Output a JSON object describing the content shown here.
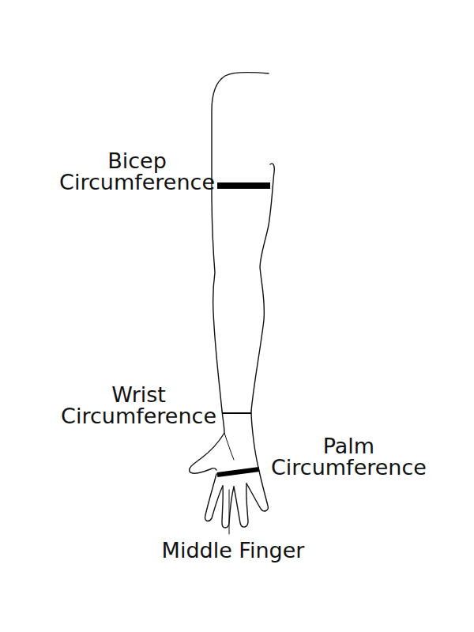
{
  "diagram": {
    "labels": [
      "Bicep Circumference",
      "Wrist Circumference",
      "Palm Circumference",
      "Middle Finger"
    ]
  }
}
